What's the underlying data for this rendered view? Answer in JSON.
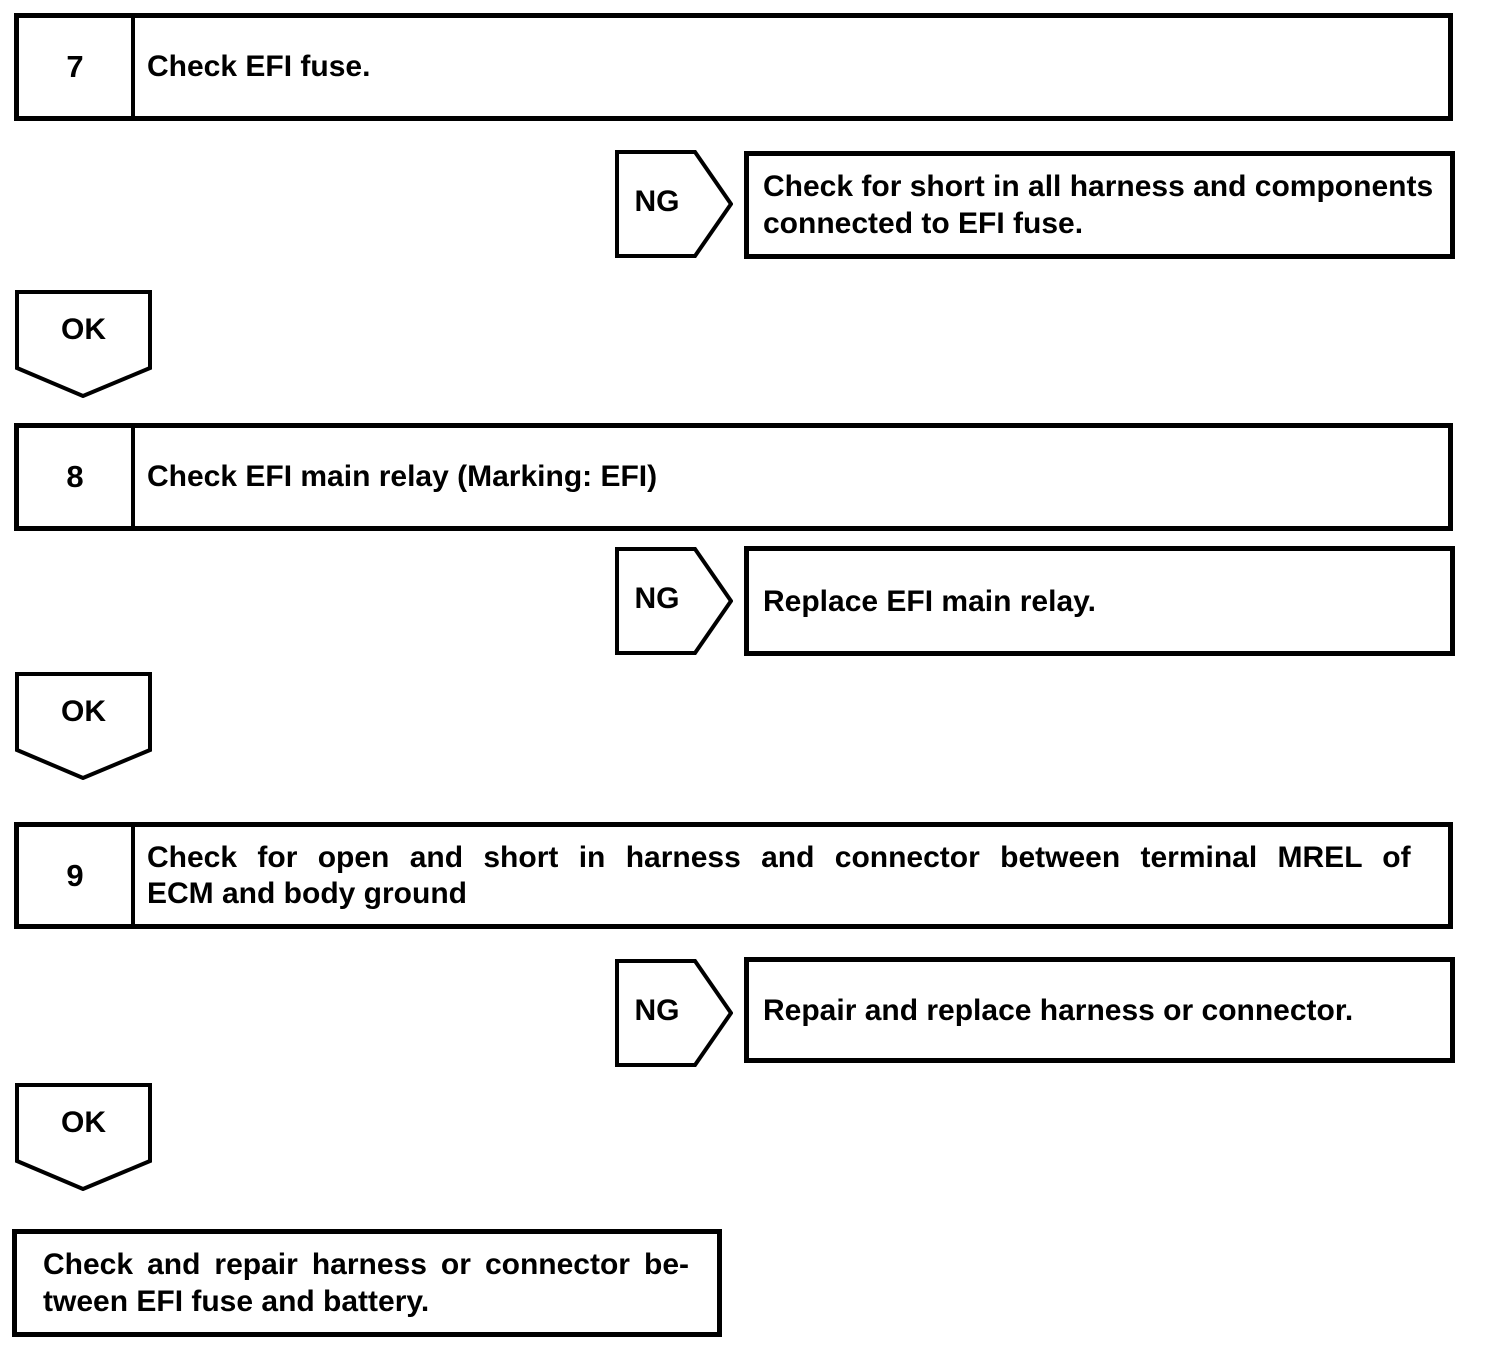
{
  "labels": {
    "ng": "NG",
    "ok": "OK"
  },
  "steps": [
    {
      "number": "7",
      "title": "Check EFI fuse.",
      "ng_action_lines": [
        "Check for short in all harness and components",
        "connected to EFI fuse."
      ]
    },
    {
      "number": "8",
      "title": "Check EFI main relay (Marking: EFI)",
      "ng_action_lines": [
        "Replace EFI main relay."
      ]
    },
    {
      "number": "9",
      "title_lines": [
        "Check for open and short in harness and connector between terminal MREL of",
        "ECM and body ground"
      ],
      "ng_action_lines": [
        "Repair and replace harness or connector."
      ]
    }
  ],
  "final_action_lines": [
    "Check and repair harness or connector be-",
    "tween EFI fuse and battery."
  ]
}
